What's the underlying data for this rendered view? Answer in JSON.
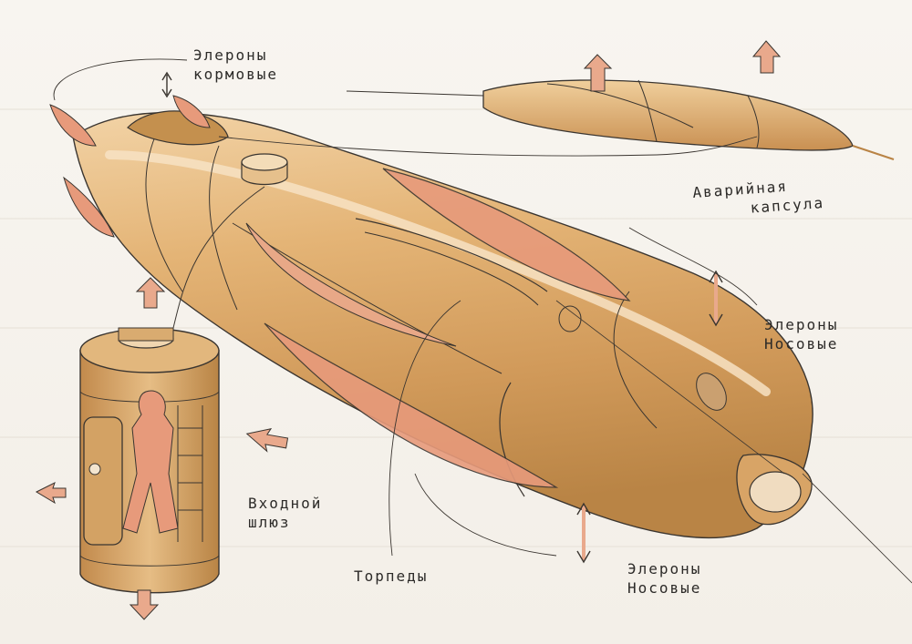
{
  "colors": {
    "paper": "#f6f3ee",
    "hull_light": "#ecc58f",
    "hull_mid": "#d9a566",
    "hull_dark": "#b98445",
    "fin_pink": "#e79a7b",
    "ink": "#2c2a28"
  },
  "labels": {
    "stern_ailerons": {
      "line1": "Элероны",
      "line2": "кормовые"
    },
    "escape_capsule": {
      "line1": "Аварийная",
      "line2": "капсула"
    },
    "bow_ailerons_upper": {
      "line1": "Элероны",
      "line2": "Носовые"
    },
    "airlock": {
      "line1": "Входной",
      "line2": "шлюз"
    },
    "torpedoes": {
      "line1": "Торпеды"
    },
    "bow_ailerons_lower": {
      "line1": "Элероны",
      "line2": "Носовые"
    }
  }
}
